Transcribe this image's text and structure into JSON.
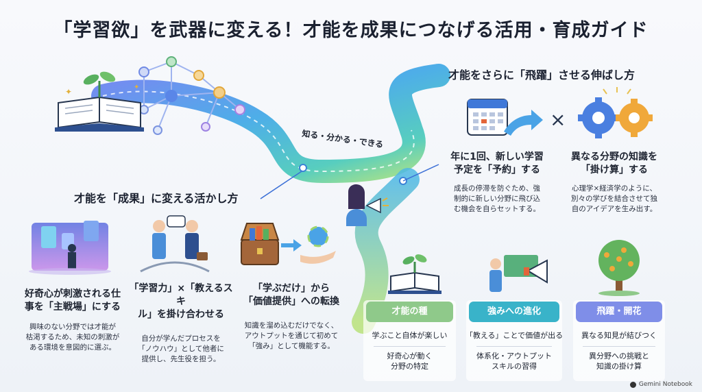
{
  "title": "「学習欲」を武器に変える！才能を成果につなげる活用・育成ガイド",
  "path_label": "知る・分かる・できる",
  "left_section": {
    "heading": "才能を「成果」に変える活かし方",
    "items": [
      {
        "title_l1": "好奇心が刺激される仕",
        "title_l2": "事を「主戦場」にする",
        "desc_l1": "興味のない分野では才能が",
        "desc_l2": "枯渇するため、未知の刺激が",
        "desc_l3": "ある環境を意図的に選ぶ。"
      },
      {
        "title_l1": "「学習力」×「教えるスキ",
        "title_l2": "ル」を掛け合わせる",
        "desc_l1": "自分が学んだプロセスを",
        "desc_l2": "「ノウハウ」として他者に",
        "desc_l3": "提供し、先生役を担う。"
      },
      {
        "title_l1": "「学ぶだけ」から",
        "title_l2": "「価値提供」への転換",
        "desc_l1": "知識を溜め込むだけでなく、",
        "desc_l2": "アウトプットを通じて初めて",
        "desc_l3": "「強み」として機能する。"
      }
    ]
  },
  "right_section": {
    "heading": "才能をさらに「飛躍」させる伸ばし方",
    "times": "×",
    "items": [
      {
        "title_l1": "年に1回、新しい学習",
        "title_l2": "予定を「予約」する",
        "desc_l1": "成長の停滞を防ぐため、強",
        "desc_l2": "制的に新しい分野に飛び込",
        "desc_l3": "む機会を自らセットする。"
      },
      {
        "title_l1": "異なる分野の知識を",
        "title_l2": "「掛け算」する",
        "desc_l1": "心理学×経済学のように、",
        "desc_l2": "別々の学びを結合させて独",
        "desc_l3": "自のアイデアを生み出す。"
      }
    ]
  },
  "stages": [
    {
      "label": "才能の種",
      "line1": "学ぶこと自体が楽しい",
      "line2a": "好奇心が動く",
      "line2b": "分野の特定",
      "color": "#8fc98a"
    },
    {
      "label": "強みへの進化",
      "line1": "「教える」ことで価値が出る",
      "line2a": "体系化・アウトプット",
      "line2b": "スキルの習得",
      "color": "#39b3c9"
    },
    {
      "label": "飛躍・開花",
      "line1": "異なる知見が結びつく",
      "line2a": "異分野への挑戦と",
      "line2b": "知識の掛け算",
      "color": "#7f8ee8"
    }
  ],
  "brand": "Gemini Notebook"
}
